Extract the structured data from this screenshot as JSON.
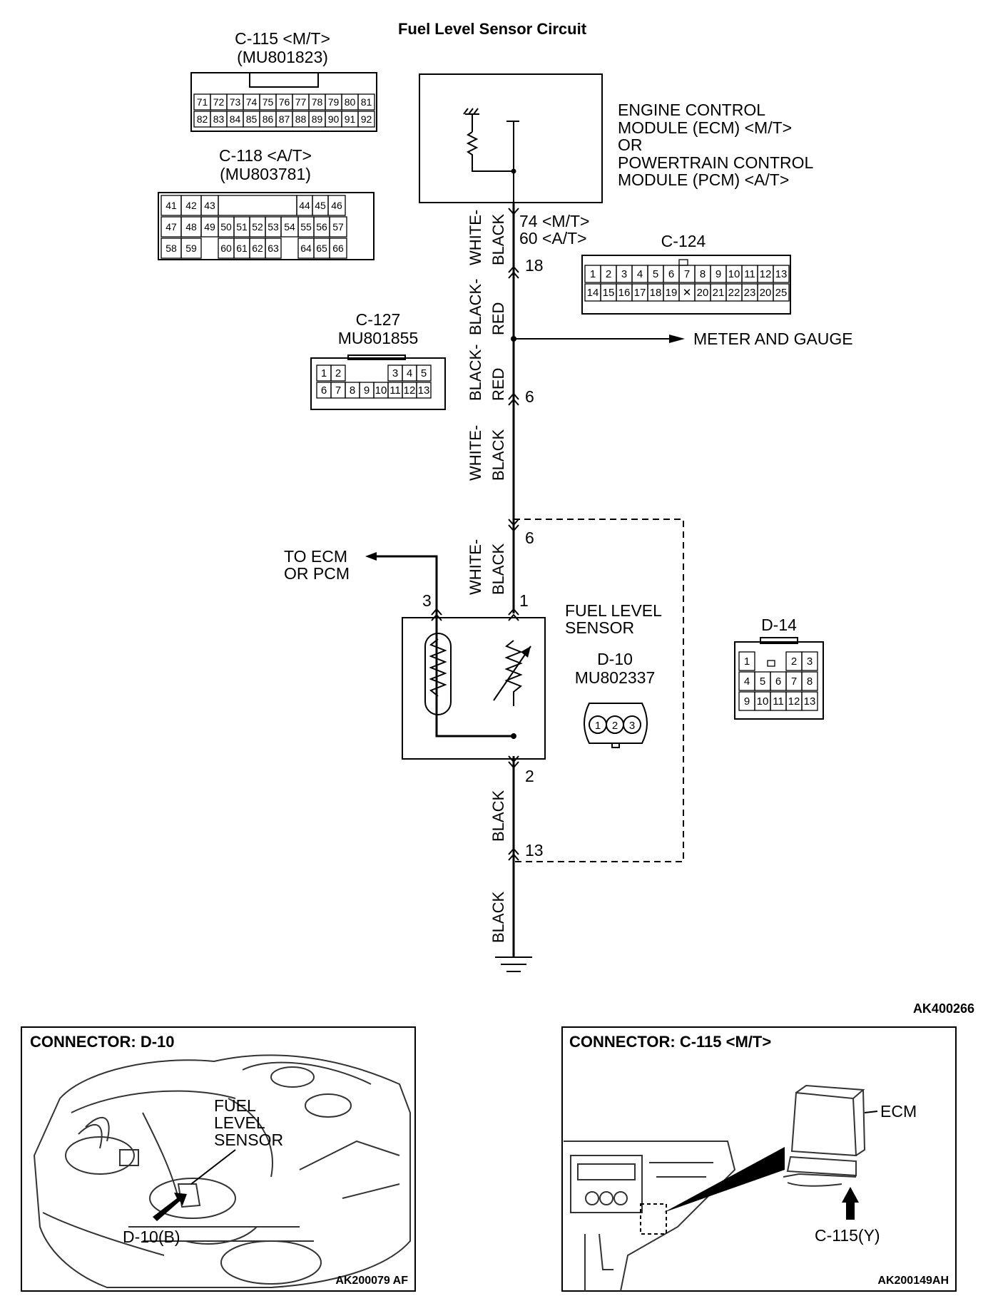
{
  "title": "Fuel Level Sensor Circuit",
  "figure_code_main": "AK400266",
  "connectors": {
    "c115": {
      "name": "C-115 <M/T>",
      "part": "(MU801823)",
      "row1": [
        "71",
        "72",
        "73",
        "74",
        "75",
        "76",
        "77",
        "78",
        "79",
        "80",
        "81"
      ],
      "row2": [
        "82",
        "83",
        "84",
        "85",
        "86",
        "87",
        "88",
        "89",
        "90",
        "91",
        "92"
      ]
    },
    "c118": {
      "name": "C-118 <A/T>",
      "part": "(MU803781)"
    },
    "c124": {
      "name": "C-124"
    },
    "c127": {
      "name": "C-127",
      "part": "MU801855"
    },
    "d14": {
      "name": "D-14"
    },
    "d10": {
      "name": "D-10",
      "part": "MU802337",
      "pins": [
        "1",
        "2",
        "3"
      ]
    }
  },
  "ecm": {
    "line1": "ENGINE CONTROL",
    "line2": "MODULE (ECM) <M/T>",
    "line3": "OR",
    "line4": "POWERTRAIN CONTROL",
    "line5": "MODULE (PCM) <A/T>"
  },
  "wires": {
    "seg1": {
      "a": "WHITE-",
      "b": "BLACK"
    },
    "seg2": {
      "a": "BLACK-",
      "b": "RED"
    },
    "seg3": {
      "a": "BLACK-",
      "b": "RED"
    },
    "seg4": {
      "a": "WHITE-",
      "b": "BLACK"
    },
    "seg5": {
      "a": "WHITE-",
      "b": "BLACK"
    },
    "seg6": "BLACK",
    "seg7": "BLACK"
  },
  "terminals": {
    "ecm_mt": "74 <M/T>",
    "ecm_at": "60 <A/T>",
    "c124": "18",
    "c127": "6",
    "d14": "6",
    "sensor_1": "1",
    "sensor_3": "3",
    "sensor_2": "2",
    "d14_13": "13"
  },
  "labels": {
    "meter": "METER AND GAUGE",
    "to_ecm_1": "TO ECM",
    "to_ecm_2": "OR PCM",
    "fuel_sensor_1": "FUEL LEVEL",
    "fuel_sensor_2": "SENSOR"
  },
  "panel_left": {
    "title": "CONNECTOR: D-10",
    "callout1": "FUEL",
    "callout2": "LEVEL",
    "callout3": "SENSOR",
    "locator": "D-10(B)",
    "code": "AK200079 AF"
  },
  "panel_right": {
    "title": "CONNECTOR: C-115 <M/T>",
    "ecm": "ECM",
    "locator": "C-115(Y)",
    "code": "AK200149AH"
  },
  "colors": {
    "ink": "#000000",
    "background": "#ffffff"
  }
}
